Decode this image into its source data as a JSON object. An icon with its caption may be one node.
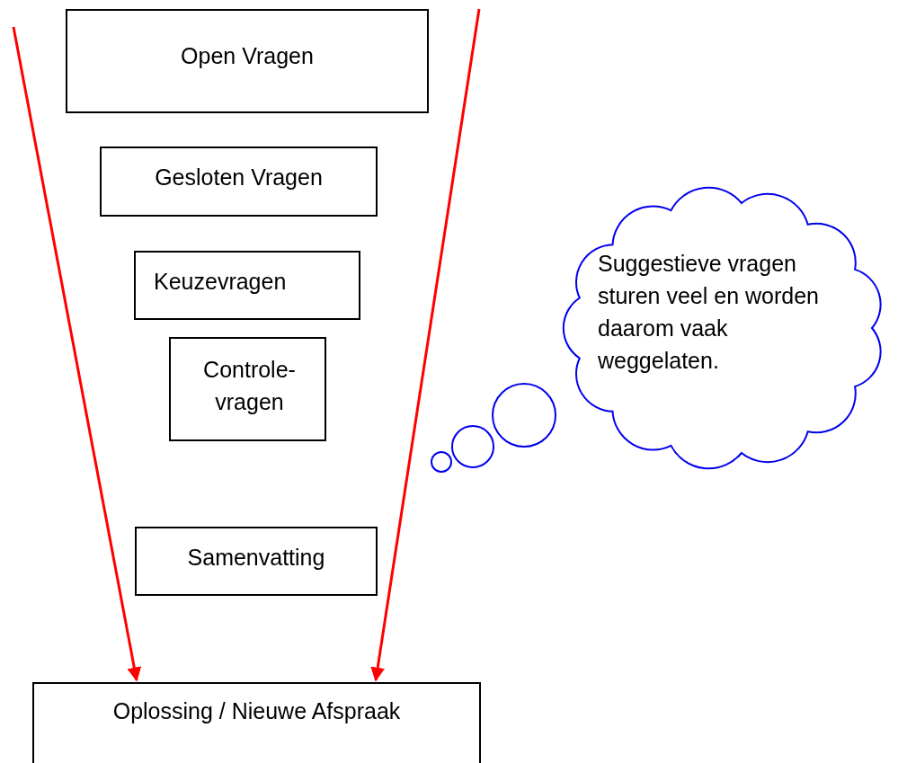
{
  "diagram": {
    "nodes": [
      {
        "text": [
          "Open Vragen"
        ]
      },
      {
        "text": [
          "Gesloten Vragen"
        ]
      },
      {
        "text": [
          "Keuzevragen"
        ]
      },
      {
        "text": [
          "Controle- vragen"
        ]
      },
      {
        "text": [
          "Samenvatting"
        ]
      },
      {
        "text": [
          "Oplossing / Nieuwe Afspraak"
        ]
      },
      {
        "text": [
          "Suggestieve vragen sturen veel en worden daarom vaak weggelaten."
        ]
      }
    ],
    "edges": [
      {
        "from": null,
        "to": 5,
        "arrow": "to"
      },
      {
        "from": null,
        "to": 5,
        "arrow": "to"
      }
    ]
  }
}
